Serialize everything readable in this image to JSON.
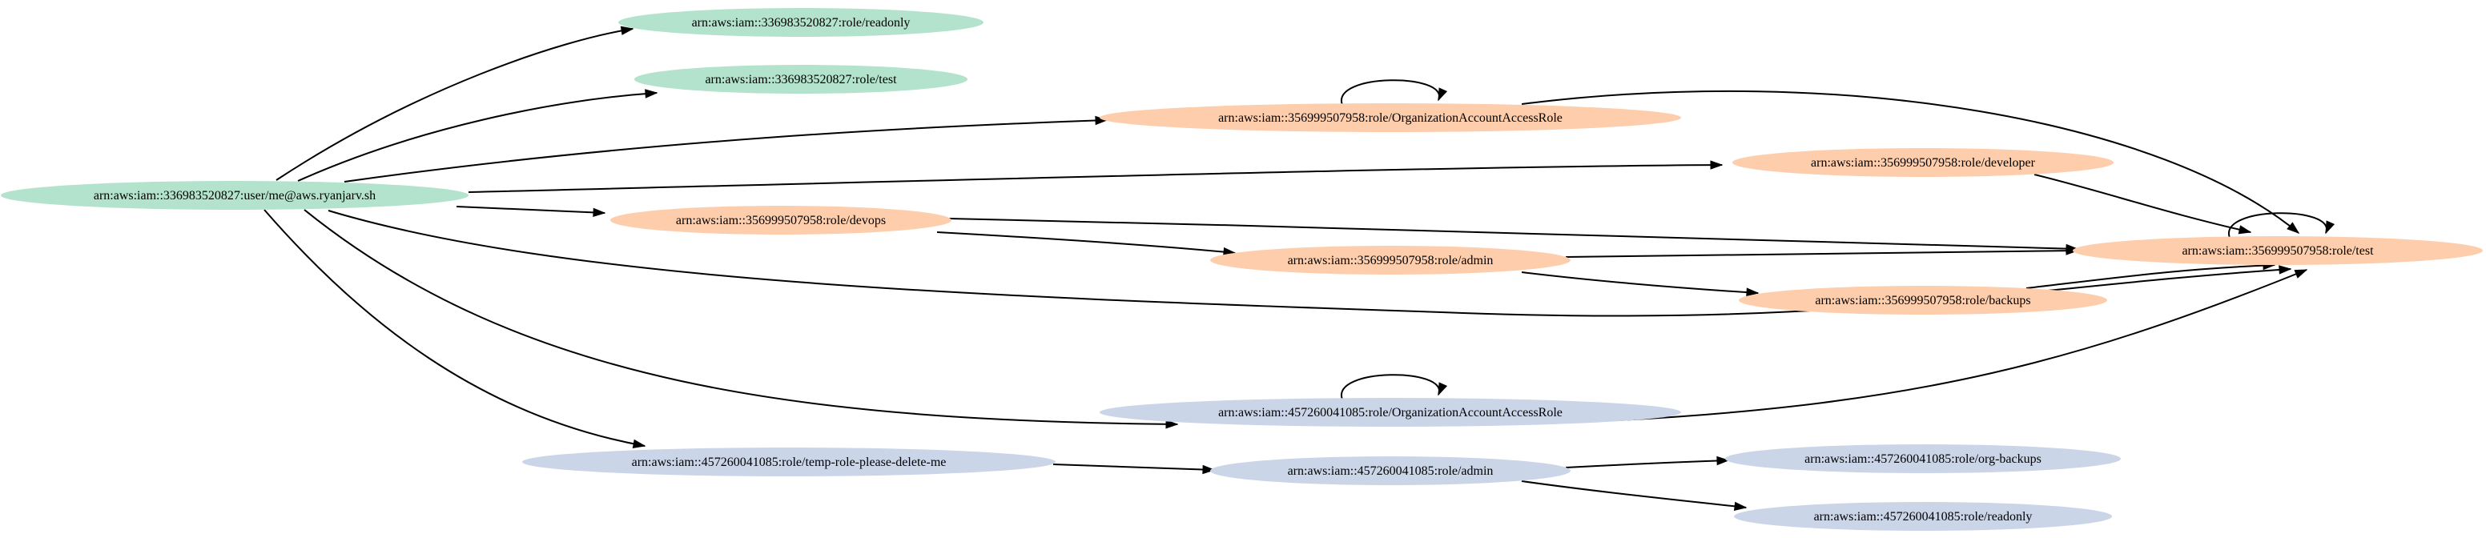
{
  "colors": {
    "account_336983520827": "#b3e2cd",
    "account_356999507958": "#fdcdac",
    "account_457260041085": "#cbd5e8",
    "edge": "#000000"
  },
  "nodes": [
    {
      "id": "user_me",
      "label": "arn:aws:iam::336983520827:user/me@aws.ryanjarv.sh",
      "account": "account_336983520827"
    },
    {
      "id": "r336_readonly",
      "label": "arn:aws:iam::336983520827:role/readonly",
      "account": "account_336983520827"
    },
    {
      "id": "r336_test",
      "label": "arn:aws:iam::336983520827:role/test",
      "account": "account_336983520827"
    },
    {
      "id": "r356_oaar",
      "label": "arn:aws:iam::356999507958:role/OrganizationAccountAccessRole",
      "account": "account_356999507958"
    },
    {
      "id": "r356_developer",
      "label": "arn:aws:iam::356999507958:role/developer",
      "account": "account_356999507958"
    },
    {
      "id": "r356_devops",
      "label": "arn:aws:iam::356999507958:role/devops",
      "account": "account_356999507958"
    },
    {
      "id": "r356_admin",
      "label": "arn:aws:iam::356999507958:role/admin",
      "account": "account_356999507958"
    },
    {
      "id": "r356_backups",
      "label": "arn:aws:iam::356999507958:role/backups",
      "account": "account_356999507958"
    },
    {
      "id": "r356_test",
      "label": "arn:aws:iam::356999507958:role/test",
      "account": "account_356999507958"
    },
    {
      "id": "r457_oaar",
      "label": "arn:aws:iam::457260041085:role/OrganizationAccountAccessRole",
      "account": "account_457260041085"
    },
    {
      "id": "r457_temp",
      "label": "arn:aws:iam::457260041085:role/temp-role-please-delete-me",
      "account": "account_457260041085"
    },
    {
      "id": "r457_admin",
      "label": "arn:aws:iam::457260041085:role/admin",
      "account": "account_457260041085"
    },
    {
      "id": "r457_orgbackups",
      "label": "arn:aws:iam::457260041085:role/org-backups",
      "account": "account_457260041085"
    },
    {
      "id": "r457_readonly",
      "label": "arn:aws:iam::457260041085:role/readonly",
      "account": "account_457260041085"
    }
  ],
  "edges": [
    {
      "from": "user_me",
      "to": "r336_readonly"
    },
    {
      "from": "user_me",
      "to": "r336_test"
    },
    {
      "from": "user_me",
      "to": "r356_oaar"
    },
    {
      "from": "user_me",
      "to": "r356_developer"
    },
    {
      "from": "user_me",
      "to": "r356_devops"
    },
    {
      "from": "user_me",
      "to": "r356_test"
    },
    {
      "from": "user_me",
      "to": "r457_oaar"
    },
    {
      "from": "user_me",
      "to": "r457_temp"
    },
    {
      "from": "r356_oaar",
      "to": "r356_oaar"
    },
    {
      "from": "r356_oaar",
      "to": "r356_test"
    },
    {
      "from": "r356_developer",
      "to": "r356_test"
    },
    {
      "from": "r356_devops",
      "to": "r356_test"
    },
    {
      "from": "r356_devops",
      "to": "r356_admin"
    },
    {
      "from": "r356_admin",
      "to": "r356_test"
    },
    {
      "from": "r356_admin",
      "to": "r356_backups"
    },
    {
      "from": "r356_backups",
      "to": "r356_test"
    },
    {
      "from": "r356_test",
      "to": "r356_test"
    },
    {
      "from": "r457_oaar",
      "to": "r457_oaar"
    },
    {
      "from": "r457_oaar",
      "to": "r356_test"
    },
    {
      "from": "r457_temp",
      "to": "r457_admin"
    },
    {
      "from": "r457_admin",
      "to": "r457_orgbackups"
    },
    {
      "from": "r457_admin",
      "to": "r457_readonly"
    }
  ]
}
